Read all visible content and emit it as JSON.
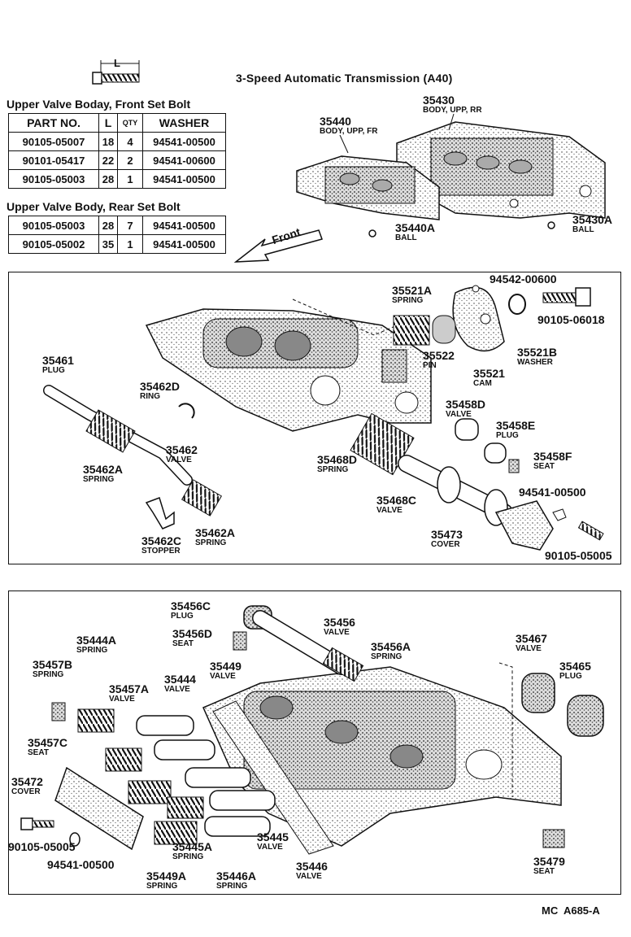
{
  "header": {
    "title": "3-Speed Automatic Transmission (A40)",
    "bolt_dim_label": "L",
    "front_arrow_label": "Front",
    "code": "MC  A685-A"
  },
  "front_table": {
    "heading": "Upper Valve Boday, Front Set Bolt",
    "columns": [
      "PART NO.",
      "L",
      "QTY",
      "WASHER"
    ],
    "rows": [
      [
        "90105-05007",
        "18",
        "4",
        "94541-00500"
      ],
      [
        "90101-05417",
        "22",
        "2",
        "94541-00600"
      ],
      [
        "90105-05003",
        "28",
        "1",
        "94541-00500"
      ]
    ]
  },
  "rear_table": {
    "heading": "Upper Valve Body, Rear Set Bolt",
    "rows": [
      [
        "90105-05003",
        "28",
        "7",
        "94541-00500"
      ],
      [
        "90105-05002",
        "35",
        "1",
        "94541-00500"
      ]
    ]
  },
  "parts": {
    "p35430": {
      "num": "35430",
      "desc": "BODY, UPP, RR"
    },
    "p35440": {
      "num": "35440",
      "desc": "BODY, UPP, FR"
    },
    "p35440A": {
      "num": "35440A",
      "desc": "BALL"
    },
    "p35430A": {
      "num": "35430A",
      "desc": "BALL"
    },
    "p35521A": {
      "num": "35521A",
      "desc": "SPRING"
    },
    "p94542": {
      "num": "94542-00600",
      "desc": ""
    },
    "p90105_06018": {
      "num": "90105-06018",
      "desc": ""
    },
    "p35522": {
      "num": "35522",
      "desc": "PIN"
    },
    "p35521B": {
      "num": "35521B",
      "desc": "WASHER"
    },
    "p35521": {
      "num": "35521",
      "desc": "CAM"
    },
    "p35461": {
      "num": "35461",
      "desc": "PLUG"
    },
    "p35462D": {
      "num": "35462D",
      "desc": "RING"
    },
    "p35458D": {
      "num": "35458D",
      "desc": "VALVE"
    },
    "p35458E": {
      "num": "35458E",
      "desc": "PLUG"
    },
    "p35462": {
      "num": "35462",
      "desc": "VALVE"
    },
    "p35468D": {
      "num": "35468D",
      "desc": "SPRING"
    },
    "p35458F": {
      "num": "35458F",
      "desc": "SEAT"
    },
    "p35462A_1": {
      "num": "35462A",
      "desc": "SPRING"
    },
    "p94541_a": {
      "num": "94541-00500",
      "desc": ""
    },
    "p35468C": {
      "num": "35468C",
      "desc": "VALVE"
    },
    "p35462A_2": {
      "num": "35462A",
      "desc": "SPRING"
    },
    "p35462C": {
      "num": "35462C",
      "desc": "STOPPER"
    },
    "p35473": {
      "num": "35473",
      "desc": "COVER"
    },
    "p90105_05005_a": {
      "num": "90105-05005",
      "desc": ""
    },
    "p35456C": {
      "num": "35456C",
      "desc": "PLUG"
    },
    "p35456": {
      "num": "35456",
      "desc": "VALVE"
    },
    "p35456D": {
      "num": "35456D",
      "desc": "SEAT"
    },
    "p35456A": {
      "num": "35456A",
      "desc": "SPRING"
    },
    "p35444A": {
      "num": "35444A",
      "desc": "SPRING"
    },
    "p35467": {
      "num": "35467",
      "desc": "VALVE"
    },
    "p35449": {
      "num": "35449",
      "desc": "VALVE"
    },
    "p35465": {
      "num": "35465",
      "desc": "PLUG"
    },
    "p35457B": {
      "num": "35457B",
      "desc": "SPRING"
    },
    "p35444": {
      "num": "35444",
      "desc": "VALVE"
    },
    "p35457A": {
      "num": "35457A",
      "desc": "VALVE"
    },
    "p35457C": {
      "num": "35457C",
      "desc": "SEAT"
    },
    "p35472": {
      "num": "35472",
      "desc": "COVER"
    },
    "p90105_05005_b": {
      "num": "90105-05005",
      "desc": ""
    },
    "p94541_b": {
      "num": "94541-00500",
      "desc": ""
    },
    "p35445": {
      "num": "35445",
      "desc": "VALVE"
    },
    "p35445A": {
      "num": "35445A",
      "desc": "SPRING"
    },
    "p35446": {
      "num": "35446",
      "desc": "VALVE"
    },
    "p35449A": {
      "num": "35449A",
      "desc": "SPRING"
    },
    "p35446A": {
      "num": "35446A",
      "desc": "SPRING"
    },
    "p35479": {
      "num": "35479",
      "desc": "SEAT"
    }
  }
}
